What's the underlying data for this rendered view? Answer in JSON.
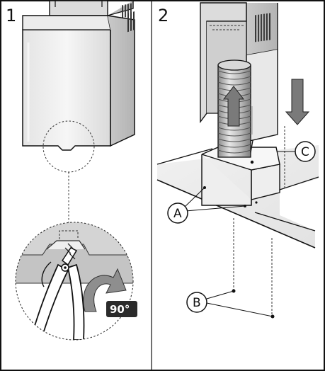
{
  "panels": [
    {
      "number": "1"
    },
    {
      "number": "2"
    }
  ],
  "rotation": {
    "value": "90°"
  },
  "callouts": {
    "a": "A",
    "b": "B",
    "c": "C"
  }
}
